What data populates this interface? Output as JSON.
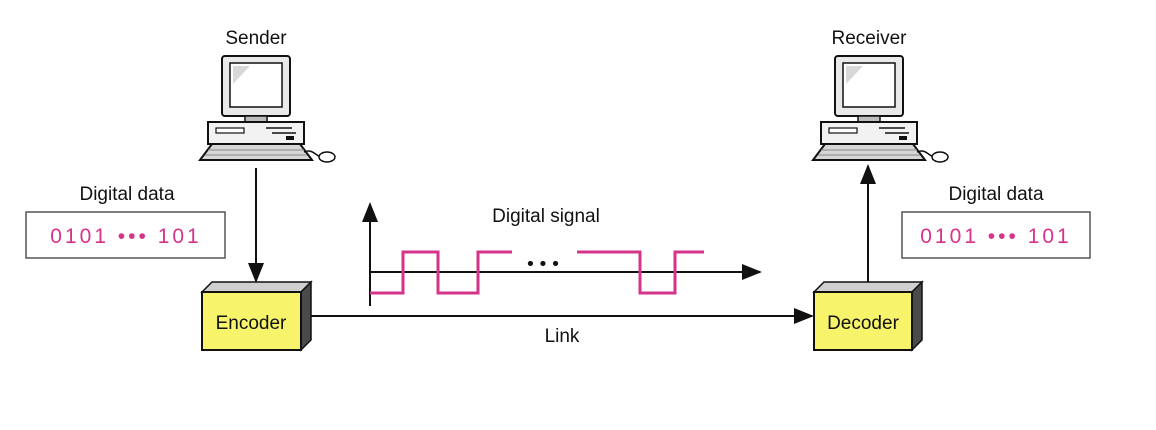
{
  "sender": {
    "label": "Sender"
  },
  "receiver": {
    "label": "Receiver"
  },
  "sender_data": {
    "label": "Digital data",
    "bits": "0101 ••• 101"
  },
  "receiver_data": {
    "label": "Digital data",
    "bits": "0101 ••• 101"
  },
  "signal": {
    "label": "Digital signal",
    "ellipsis": "•••"
  },
  "encoder": {
    "label": "Encoder"
  },
  "decoder": {
    "label": "Decoder"
  },
  "link": {
    "label": "Link"
  },
  "colors": {
    "signal": "#d6338a",
    "box_face": "#f7f36a",
    "box_top": "#cfcfcf",
    "box_side": "#4a4a4a",
    "line": "#111111"
  }
}
